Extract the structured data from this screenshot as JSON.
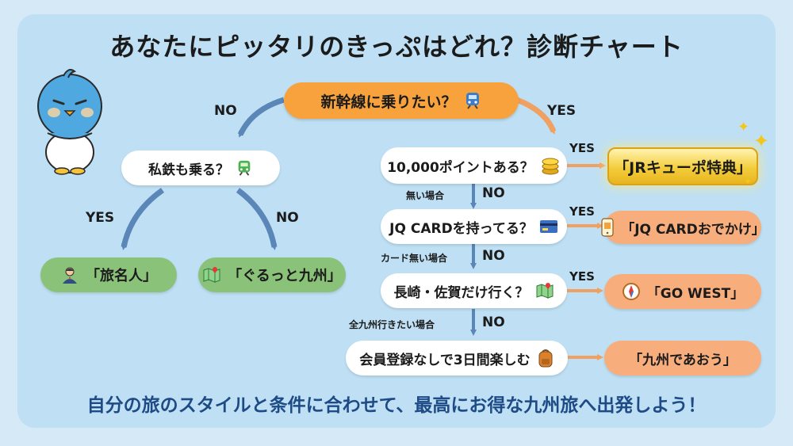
{
  "title": "あなたにピッタリのきっぷはどれ？診断チャート",
  "footer": "自分の旅のスタイルと条件に合わせて、最高にお得な九州旅へ出発しよう！",
  "start": {
    "label": "新幹線に乗りたい？",
    "icon": "train-icon"
  },
  "left_branch": {
    "no_label": "NO",
    "question": {
      "label": "私鉄も乗る？",
      "icon": "train-icon"
    },
    "yes_label": "YES",
    "no2_label": "NO",
    "result_yes": {
      "label": "「旅名人」",
      "icon": "person-icon"
    },
    "result_no": {
      "label": "「ぐるっと九州」",
      "icon": "map-icon"
    }
  },
  "right_branch": {
    "yes_label": "YES",
    "q1": {
      "label": "10,000ポイントある？",
      "icon": "coins-icon",
      "yes": "YES",
      "result": "「JRキューポ特典」"
    },
    "step1": {
      "condition": "無い場合",
      "no": "NO"
    },
    "q2": {
      "label": "JQ CARDを持ってる？",
      "icon": "credit-card-icon",
      "yes": "YES",
      "result": "「JQ CARDおでかけ」",
      "result_icon": "phone-ticket-icon"
    },
    "step2": {
      "condition": "カード無い場合",
      "no": "NO"
    },
    "q3": {
      "label": "長崎・佐賀だけ行く？",
      "icon": "map-icon",
      "yes": "YES",
      "result": "「GO WEST」",
      "result_icon": "compass-icon"
    },
    "step3": {
      "condition": "全九州行きたい場合",
      "no": "NO"
    },
    "q4": {
      "label": "会員登録なしで3日間楽しむ",
      "icon": "backpack-icon",
      "result": "「九州であおう」"
    }
  },
  "colors": {
    "start": "#f7a23c",
    "green_result": "#8bc27a",
    "orange_result": "#f7ae7c",
    "gold_result": "#f3cd3c",
    "arrow_blue": "#5a86b8",
    "arrow_orange": "#f0a060",
    "footer_text": "#1e4a86"
  }
}
